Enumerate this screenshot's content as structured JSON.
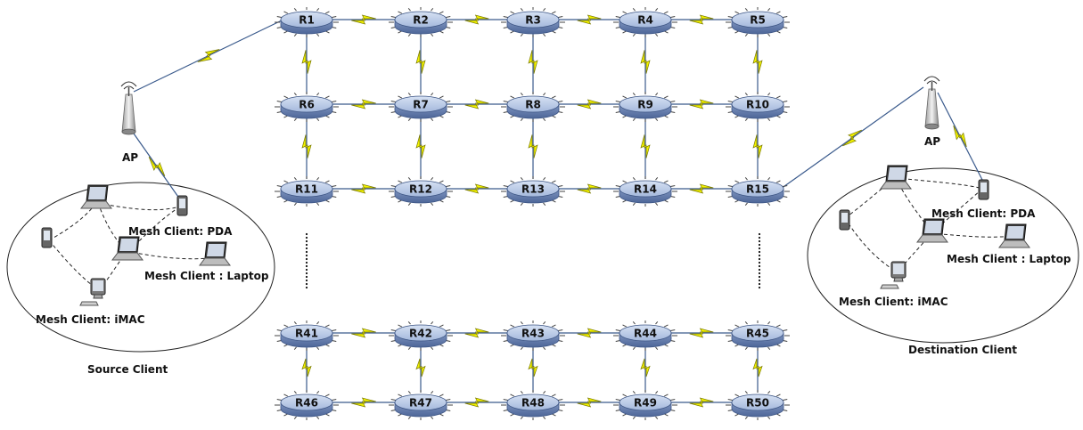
{
  "routers": {
    "row1": [
      "R1",
      "R2",
      "R3",
      "R4",
      "R5"
    ],
    "row2": [
      "R6",
      "R7",
      "R8",
      "R9",
      "R10"
    ],
    "row3": [
      "R11",
      "R12",
      "R13",
      "R14",
      "R15"
    ],
    "row4": [
      "R41",
      "R42",
      "R43",
      "R44",
      "R45"
    ],
    "row5": [
      "R46",
      "R47",
      "R48",
      "R49",
      "R50"
    ]
  },
  "source": {
    "ap_label": "AP",
    "pda_label": "Mesh Client: PDA",
    "laptop_label": "Mesh Client : Laptop",
    "imac_label": "Mesh Client: iMAC",
    "caption": "Source Client"
  },
  "destination": {
    "ap_label": "AP",
    "pda_label": "Mesh Client: PDA",
    "laptop_label": "Mesh Client : Laptop",
    "imac_label": "Mesh Client: iMAC",
    "caption": "Destination Client"
  },
  "colors": {
    "router_top": "#b9c9e6",
    "router_side": "#6f86b4",
    "bolt_fill": "#f2f200",
    "bolt_stroke": "#7a7a00",
    "link": "#3a5a8c"
  }
}
